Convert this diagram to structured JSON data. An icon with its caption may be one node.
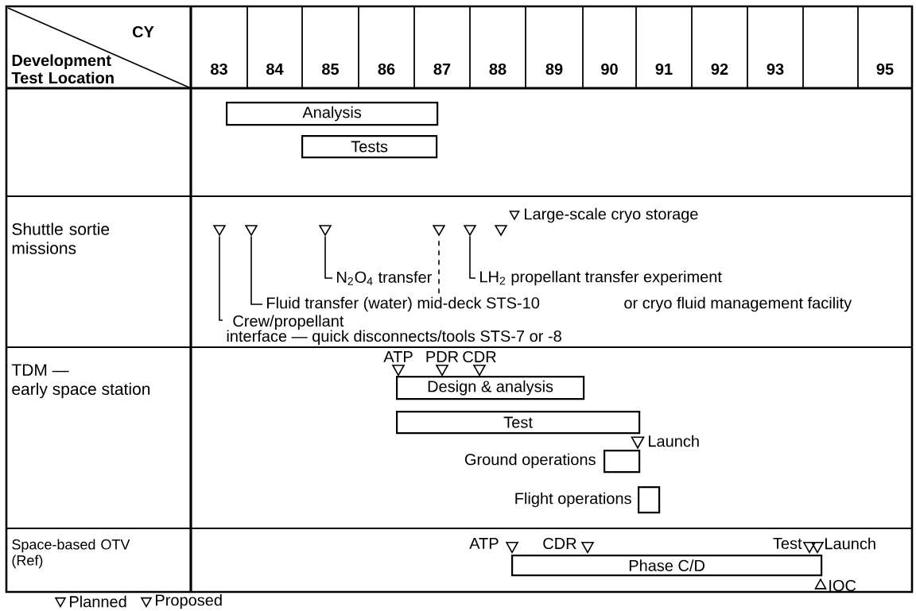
{
  "diagram": {
    "nodes": [
      {
        "text": [
          "Analysis"
        ]
      },
      {
        "text": [
          "Tests"
        ]
      },
      {
        "text": [],
        "shape": "triangle"
      },
      {
        "text": [],
        "shape": "triangle"
      },
      {
        "text": [],
        "shape": "triangle"
      },
      {
        "text": [],
        "shape": "triangle"
      },
      {
        "text": [],
        "shape": "triangle"
      },
      {
        "text": [],
        "shape": "triangle"
      },
      {
        "text": [
          "Large-scale cryo storage"
        ]
      },
      {
        "text": [
          "N$_{2}$O$_{4}$ transfer"
        ]
      },
      {
        "text": [
          "LH$_{2}$ propellant transfer experiment",
          "or cryo fluid management facility"
        ]
      },
      {
        "text": [
          "Fluid transfer (water) mid-deck STS-10"
        ]
      },
      {
        "text": [
          "Crew/propellant interface — quick disconnects/tools STS-7 or -8"
        ]
      },
      {
        "text": [
          "ATP"
        ]
      },
      {
        "text": [
          "PDR"
        ]
      },
      {
        "text": [
          "CDR"
        ]
      },
      {
        "text": [
          "Design & analysis"
        ]
      },
      {
        "text": [
          "Test"
        ]
      },
      {
        "text": [
          "Launch"
        ]
      },
      {
        "text": [],
        "shape": "box",
        "beside": [
          "Ground operations"
        ]
      },
      {
        "text": [],
        "shape": "box",
        "beside": [
          "Flight operations"
        ]
      },
      {
        "text": [
          "ATP"
        ]
      },
      {
        "text": [
          "CDR"
        ]
      },
      {
        "text": [
          "Test"
        ]
      },
      {
        "text": [
          "Launch"
        ]
      },
      {
        "text": [
          "Phase C/D"
        ]
      },
      {
        "text": [
          "IOC"
        ]
      }
    ],
    "edges": [
      {
        "from": 12,
        "to": 2,
        "arrow": "none"
      },
      {
        "from": 11,
        "to": 3,
        "arrow": "none"
      },
      {
        "from": 9,
        "to": 4,
        "arrow": "none"
      },
      {
        "from": 11,
        "to": 5,
        "arrow": "none",
        "style": "dashed"
      },
      {
        "from": 10,
        "to": 6,
        "arrow": "none"
      }
    ],
    "labels": [
      "CY",
      "Development Test Location",
      "83",
      "84",
      "85",
      "86",
      "87",
      "88",
      "89",
      "90",
      "91",
      "92",
      "93",
      "95",
      "Shuttle sortie missions",
      "TDM — early space station",
      "Space-based OTV (Ref)"
    ],
    "legend": [
      {
        "text": "Planned"
      },
      {
        "text": "Proposed"
      }
    ]
  }
}
